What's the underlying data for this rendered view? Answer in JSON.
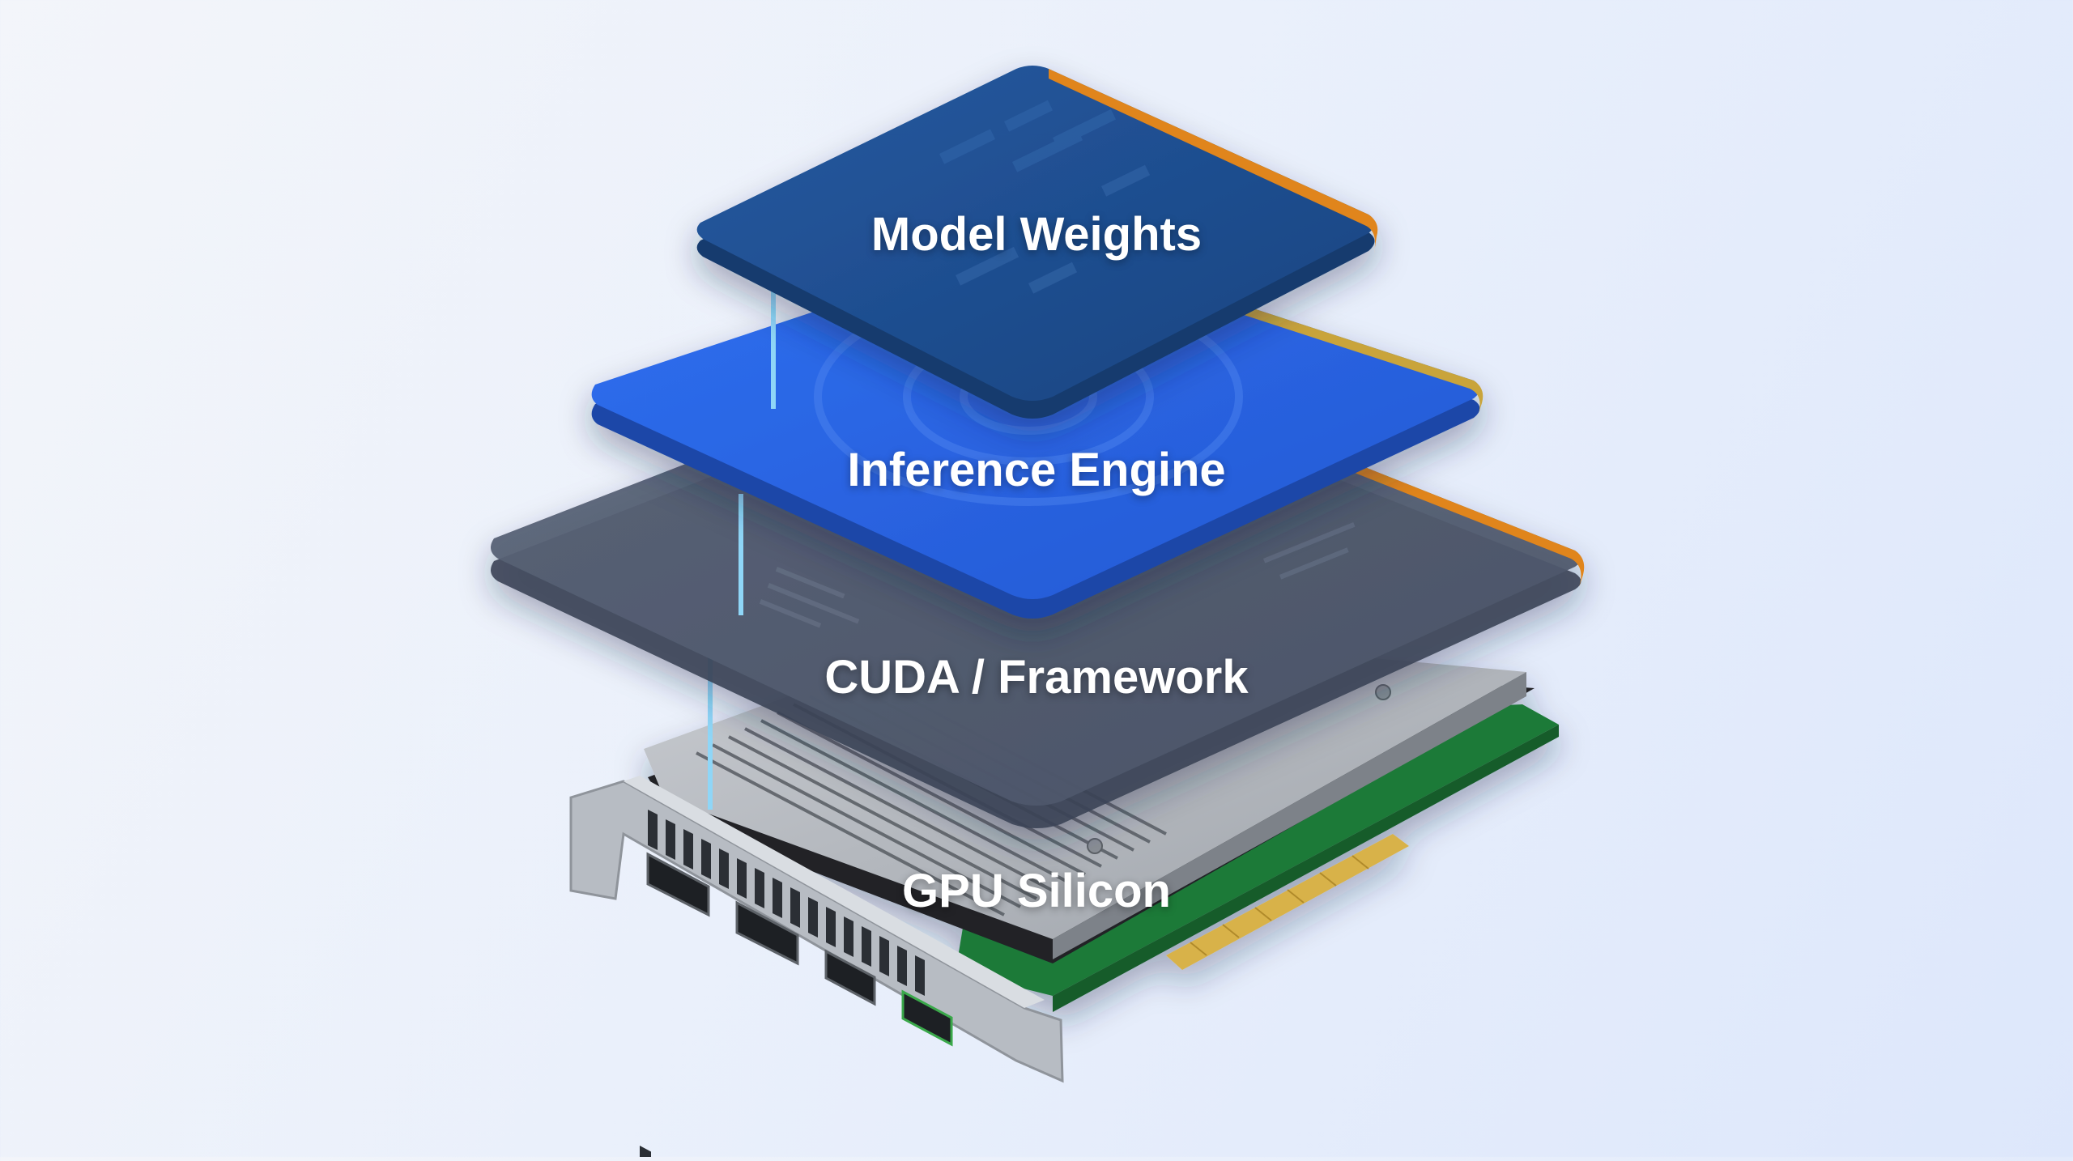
{
  "diagram": {
    "layers": [
      {
        "id": "model-weights",
        "label": "Model Weights",
        "color": "#1d4f8e"
      },
      {
        "id": "inference-engine",
        "label": "Inference Engine",
        "color": "#2a66db"
      },
      {
        "id": "cuda-framework",
        "label": "CUDA / Framework",
        "color": "#4f5a70"
      },
      {
        "id": "gpu-silicon",
        "label": "GPU Silicon",
        "color": "#2f8a3a"
      }
    ],
    "accent_color": "#e0851b",
    "connector_color": "#6ec8f4"
  }
}
